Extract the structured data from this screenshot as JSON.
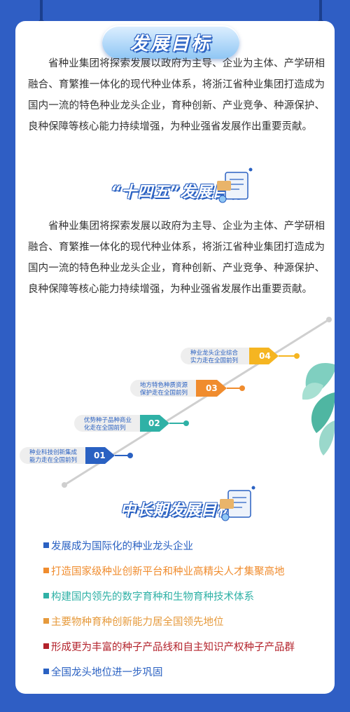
{
  "header": {
    "title": "发展目标"
  },
  "intro": {
    "text": "省种业集团将探索发展以政府为主导、企业为主体、产学研相融合、育繁推一体化的现代种业体系，将浙江省种业集团打造成为国内一流的特色种业龙头企业，育种创新、产业竞争、种源保护、良种保障等核心能力持续增强，为种业强省发展作出重要贡献。"
  },
  "plan14": {
    "title": "“十四五”发展目标",
    "text": "省种业集团将探索发展以政府为主导、企业为主体、产学研相融合、育繁推一体化的现代种业体系，将浙江省种业集团打造成为国内一流的特色种业龙头企业，育种创新、产业竞争、种源保护、良种保障等核心能力持续增强，为种业强省发展作出重要贡献。",
    "steps": [
      {
        "num": "01",
        "line1": "种业科技创新集成",
        "line2": "能力走在全国前列"
      },
      {
        "num": "02",
        "line1": "优势种子品种商业",
        "line2": "化走在全国前列"
      },
      {
        "num": "03",
        "line1": "地方特色种质资源",
        "line2": "保护走在全国前列"
      },
      {
        "num": "04",
        "line1": "种业龙头企业综合",
        "line2": "实力走在全国前列"
      }
    ]
  },
  "longterm": {
    "title": "中长期发展目标",
    "items": [
      {
        "text": "发展成为国际化的种业龙头企业",
        "color": "#2a61c2"
      },
      {
        "text": "打造国家级种业创新平台和种业高精尖人才集聚高地",
        "color": "#f08c2e"
      },
      {
        "text": "构建国内领先的数字育种和生物育种技术体系",
        "color": "#2fb1a6"
      },
      {
        "text": "主要物种育种创新能力居全国领先地位",
        "color": "#e69a3c"
      },
      {
        "text": "形成更为丰富的种子产品线和自主知识产权种子产品群",
        "color": "#b3222b"
      },
      {
        "text": "全国龙头地位进一步巩固",
        "color": "#2a61c2"
      }
    ]
  },
  "colors": {
    "bg": "#2f5ec4",
    "card": "#ffffff",
    "step01": "#2a61c2",
    "step02": "#2fb1a6",
    "step03": "#f08c2e",
    "step04": "#f5b521"
  }
}
